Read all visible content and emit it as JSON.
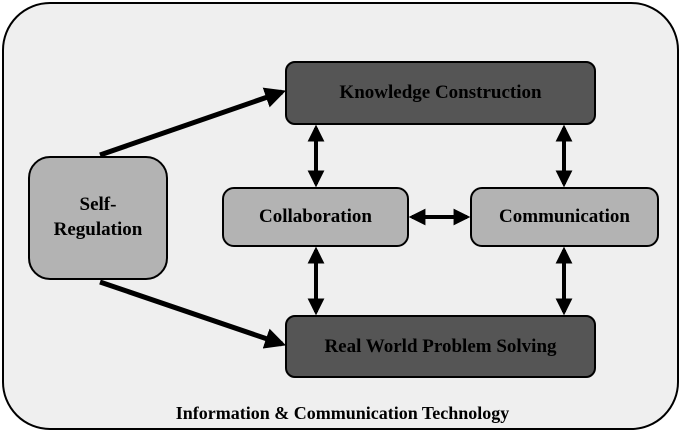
{
  "diagram": {
    "nodes": {
      "knowledge": "Knowledge Construction",
      "problem": "Real World Problem Solving",
      "collaboration": "Collaboration",
      "communication": "Communication",
      "self_regulation_line1": "Self-",
      "self_regulation_line2": "Regulation"
    },
    "container_label": "Information & Communication Technology",
    "edges": [
      {
        "from": "Self-Regulation",
        "to": "Knowledge Construction",
        "direction": "one-way"
      },
      {
        "from": "Self-Regulation",
        "to": "Real World Problem Solving",
        "direction": "one-way"
      },
      {
        "from": "Collaboration",
        "to": "Knowledge Construction",
        "direction": "two-way"
      },
      {
        "from": "Communication",
        "to": "Knowledge Construction",
        "direction": "two-way"
      },
      {
        "from": "Collaboration",
        "to": "Communication",
        "direction": "two-way"
      },
      {
        "from": "Collaboration",
        "to": "Real World Problem Solving",
        "direction": "two-way"
      },
      {
        "from": "Communication",
        "to": "Real World Problem Solving",
        "direction": "two-way"
      }
    ],
    "colors": {
      "frame_fill": "#efefef",
      "dark_box": "#555555",
      "light_box": "#b3b3b3",
      "stroke": "#000000"
    }
  }
}
